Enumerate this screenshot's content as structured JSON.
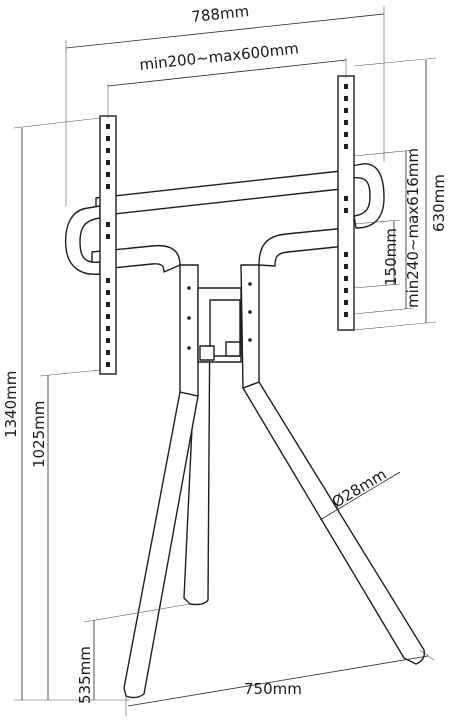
{
  "dimensions": {
    "overall_width": "788mm",
    "vesa_horizontal": "min200~max600mm",
    "vesa_vertical": "min240~max616mm",
    "bracket_height": "630mm",
    "vertical_step": "150mm",
    "total_height": "1340mm",
    "bracket_bottom_height": "1025mm",
    "tube_diameter": "Ø28mm",
    "foot_height": "535mm",
    "foot_spread": "750mm"
  }
}
